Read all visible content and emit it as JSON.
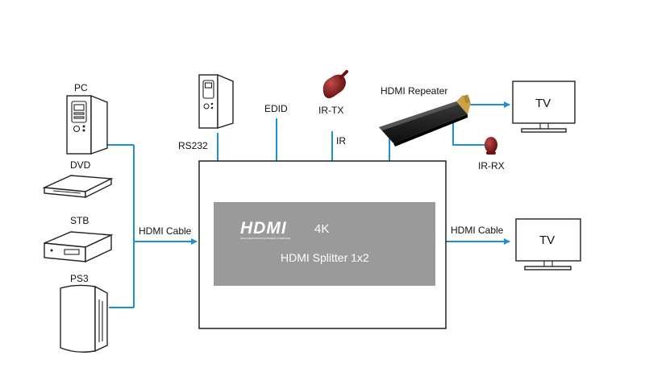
{
  "sources": {
    "pc": "PC",
    "dvd": "DVD",
    "stb": "STB",
    "ps3": "PS3"
  },
  "labels": {
    "input_cable": "HDMI Cable",
    "output_cable": "HDMI Cable",
    "rs232": "RS232",
    "edid": "EDID",
    "ir_tx": "IR-TX",
    "ir": "IR",
    "ir_rx": "IR-RX",
    "repeater": "HDMI Repeater",
    "tv_top": "TV",
    "tv_right": "TV"
  },
  "splitter": {
    "logo": "HDMI",
    "logo_tagline": "HIGH-DEFINITION MULTIMEDIA INTERFACE",
    "resolution": "4K",
    "name": "HDMI Splitter 1x2"
  },
  "colors": {
    "wire": "#1f8fd6",
    "panel": "#9a9a9a",
    "ir_sensor": "#8b1a1a"
  },
  "icons": {
    "pc": "pc-tower-icon",
    "dvd": "dvd-player-icon",
    "stb": "set-top-box-icon",
    "ps3": "ps3-console-icon",
    "rs232": "rs232-controller-icon",
    "ir_tx": "ir-transmitter-icon",
    "ir_rx": "ir-receiver-icon",
    "repeater": "hdmi-repeater-dongle-icon",
    "tv": "tv-monitor-icon"
  }
}
